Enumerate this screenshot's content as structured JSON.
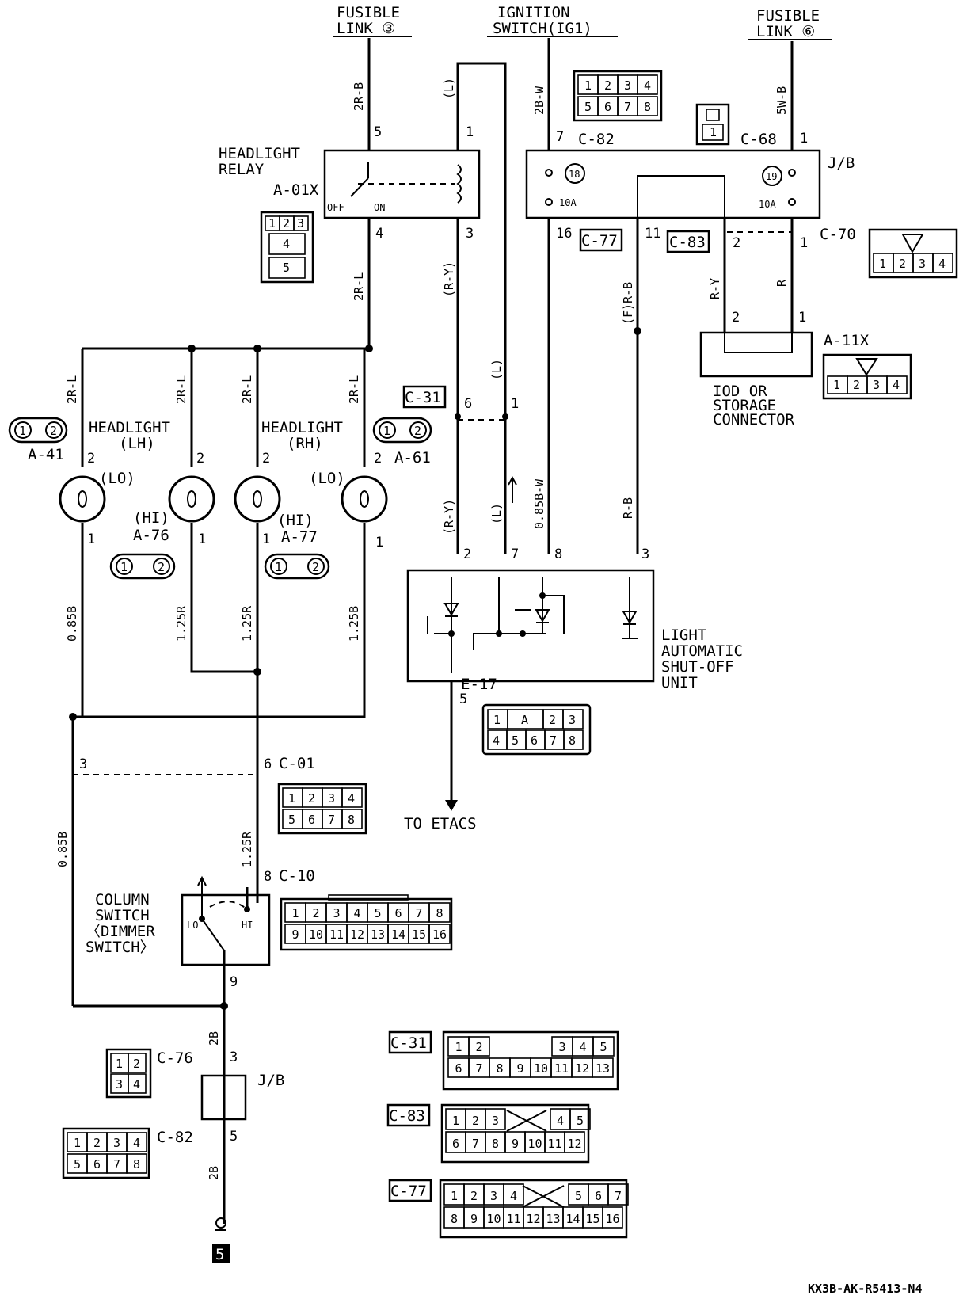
{
  "sources": {
    "fusible_link_3": [
      "FUSIBLE",
      "LINK ③"
    ],
    "ignition_switch": [
      "IGNITION",
      "SWITCH(IG1)"
    ],
    "fusible_link_6": [
      "FUSIBLE",
      "LINK ⑥"
    ]
  },
  "wires": {
    "w_2RB": "2R-B",
    "w_L_top": "(L)",
    "w_2BW": "2B-W",
    "w_5WB": "5W-B",
    "w_2RL_relay": "2R-L",
    "w_RY": "(R-Y)",
    "w_FRB": "(F)R-B",
    "w_RY2": "R-Y",
    "w_R": "R",
    "w_2RL_1": "2R-L",
    "w_2RL_2": "2R-L",
    "w_2RL_3": "2R-L",
    "w_2RL_4": "2R-L",
    "w_L_mid": "(L)",
    "w_RY_low": "(R-Y)",
    "w_L_low": "(L)",
    "w_085BW": "0.85B-W",
    "w_RB": "R-B",
    "w_085B_1": "0.85B",
    "w_125R_1": "1.25R",
    "w_125R_2": "1.25R",
    "w_125B": "1.25B",
    "w_085B_2": "0.85B",
    "w_125R_3": "1.25R",
    "w_2B_1": "2B",
    "w_2B_2": "2B"
  },
  "relay": {
    "title": [
      "HEADLIGHT",
      "RELAY"
    ],
    "connector": "A-01X",
    "off": "OFF",
    "on": "ON",
    "cells": [
      "1",
      "2",
      "3",
      "4",
      "5"
    ]
  },
  "jb_top": {
    "label": "J/B",
    "fuse18": "18",
    "fuse19": "19",
    "amp18": "10A",
    "amp19": "10A",
    "c82": "C-82",
    "c68": "C-68",
    "c70": "C-70",
    "c77": "C-77",
    "c83": "C-83"
  },
  "pins": {
    "p5": "5",
    "p1a": "1",
    "p7": "7",
    "p1b": "1",
    "p4": "4",
    "p3a": "3",
    "p16": "16",
    "p11": "11",
    "p2a": "2",
    "p1c": "1",
    "p2b": "2",
    "p1d": "1",
    "p6": "6",
    "p1e": "1",
    "h1_2": "2",
    "h2_2": "2",
    "h3_2": "2",
    "h4_2": "2",
    "h1_1": "1",
    "h2_1": "1",
    "h3_1": "1",
    "h4_1": "1",
    "e2": "2",
    "e7": "7",
    "e8": "8",
    "e3": "3",
    "e5": "5",
    "c01_3": "3",
    "c01_6": "6",
    "c10_8": "8",
    "c10_9": "9",
    "jb_3": "3",
    "jb_5": "5"
  },
  "iod": {
    "connector": "A-11X",
    "label": [
      "IOD OR",
      "STORAGE",
      "CONNECTOR"
    ]
  },
  "headlights": {
    "lh": [
      "HEADLIGHT",
      "(LH)"
    ],
    "rh": [
      "HEADLIGHT",
      "(RH)"
    ],
    "lo1": "(LO)",
    "hi1": "(HI)",
    "hi2": "(HI)",
    "lo2": "(LO)",
    "a41": "A-41",
    "a76": "A-76",
    "a77": "A-77",
    "a61": "A-61"
  },
  "etacs_unit": {
    "label": [
      "LIGHT",
      "AUTOMATIC",
      "SHUT-OFF",
      "UNIT"
    ],
    "connector": "E-17",
    "to": "TO ETACS",
    "c31": "C-31"
  },
  "column_switch": {
    "label": [
      "COLUMN",
      "SWITCH",
      "〈DIMMER",
      "SWITCH〉"
    ],
    "lo": "LO",
    "hi": "HI",
    "c01": "C-01",
    "c10": "C-10"
  },
  "bottom": {
    "c76": "C-76",
    "c82": "C-82",
    "jb": "J/B",
    "ground": "5",
    "c31": "C-31",
    "c83": "C-83",
    "c77": "C-77"
  },
  "connector_faces": {
    "c82_top": [
      [
        "1",
        "2",
        "3",
        "4"
      ],
      [
        "5",
        "6",
        "7",
        "8"
      ]
    ],
    "c68": [
      "1"
    ],
    "c70": [
      "1",
      "2",
      "3",
      "4"
    ],
    "a11x": [
      "1",
      "2",
      "3",
      "4"
    ],
    "e17": [
      [
        "1",
        "A",
        "2",
        "3"
      ],
      [
        "4",
        "5",
        "6",
        "7",
        "8"
      ]
    ],
    "c01": [
      [
        "1",
        "2",
        "3",
        "4"
      ],
      [
        "5",
        "6",
        "7",
        "8"
      ]
    ],
    "c10": [
      [
        "1",
        "2",
        "3",
        "4",
        "5",
        "6",
        "7",
        "8"
      ],
      [
        "9",
        "10",
        "11",
        "12",
        "13",
        "14",
        "15",
        "16"
      ]
    ],
    "c76": [
      [
        "1",
        "2"
      ],
      [
        "3",
        "4"
      ]
    ],
    "c82_bot": [
      [
        "1",
        "2",
        "3",
        "4"
      ],
      [
        "5",
        "6",
        "7",
        "8"
      ]
    ],
    "c31_face": [
      [
        "1",
        "2",
        "3",
        "4",
        "5"
      ],
      [
        "6",
        "7",
        "8",
        "9",
        "10",
        "11",
        "12",
        "13"
      ]
    ],
    "c83_face": [
      [
        "1",
        "2",
        "3",
        "4",
        "5"
      ],
      [
        "6",
        "7",
        "8",
        "9",
        "10",
        "11",
        "12"
      ]
    ],
    "c77_face": [
      [
        "1",
        "2",
        "3",
        "4",
        "5",
        "6",
        "7"
      ],
      [
        "8",
        "9",
        "10",
        "11",
        "12",
        "13",
        "14",
        "15",
        "16"
      ]
    ],
    "a41": [
      "1",
      "2"
    ],
    "a61": [
      "1",
      "2"
    ],
    "a76": [
      "1",
      "2"
    ],
    "a77": [
      "1",
      "2"
    ]
  },
  "footer": "KX3B-AK-R5413-N4"
}
